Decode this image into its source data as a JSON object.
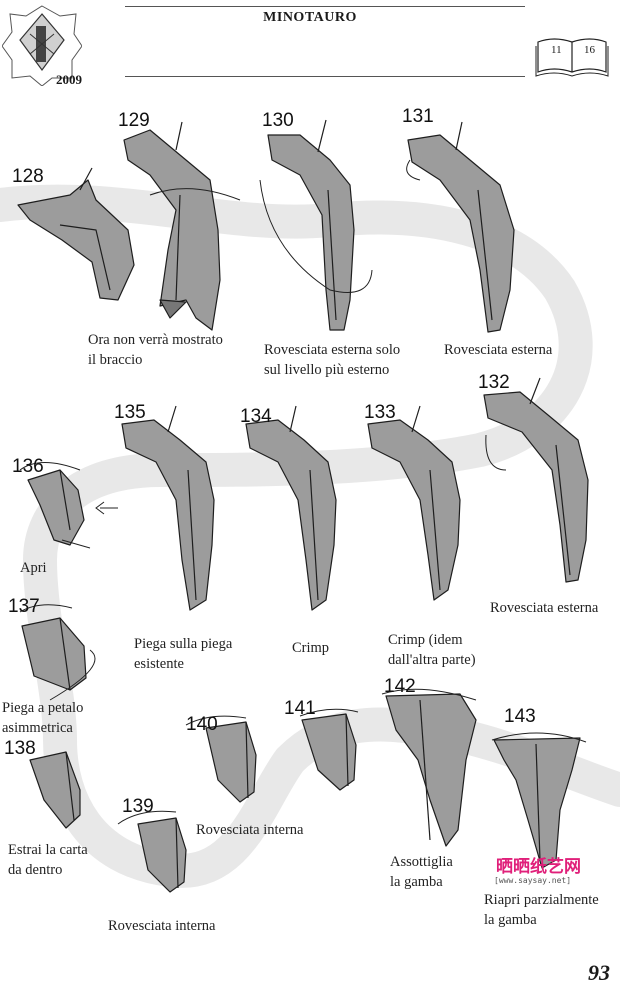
{
  "header": {
    "title": "MINOTAURO",
    "year": "2009",
    "book_left": "11",
    "book_right": "16"
  },
  "steps": [
    {
      "num": "128",
      "caption": ""
    },
    {
      "num": "129",
      "caption": "Ora non verrà mostrato\nil braccio"
    },
    {
      "num": "130",
      "caption": "Rovesciata esterna solo\nsul livello più esterno"
    },
    {
      "num": "131",
      "caption": "Rovesciata esterna"
    },
    {
      "num": "132",
      "caption": "Rovesciata esterna"
    },
    {
      "num": "133",
      "caption": "Crimp (idem\ndall'altra parte)"
    },
    {
      "num": "134",
      "caption": "Crimp"
    },
    {
      "num": "135",
      "caption": "Piega sulla piega\nesistente"
    },
    {
      "num": "136",
      "caption": "Apri"
    },
    {
      "num": "137",
      "caption": "Piega a petalo\nasimmetrica"
    },
    {
      "num": "138",
      "caption": "Estrai la carta\nda dentro"
    },
    {
      "num": "139",
      "caption": "Rovesciata interna"
    },
    {
      "num": "140",
      "caption": "Rovesciata interna"
    },
    {
      "num": "141",
      "caption": ""
    },
    {
      "num": "142",
      "caption": "Assottiglia\nla gamba"
    },
    {
      "num": "143",
      "caption": "Riapri parzialmente\nla gamba"
    }
  ],
  "watermark": {
    "text": "晒晒纸艺网",
    "url": "[www.saysay.net]"
  },
  "page_number": "93",
  "colors": {
    "paper": "#9a9a9a",
    "paper_dark": "#6e6e6e",
    "band": "#e6e6e6",
    "line": "#222222"
  }
}
